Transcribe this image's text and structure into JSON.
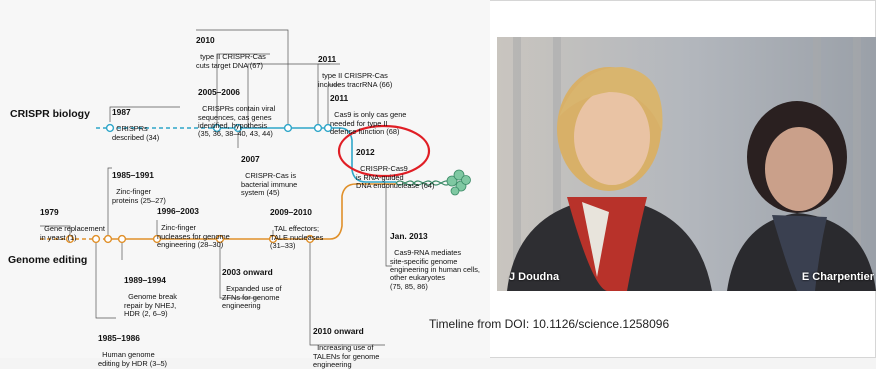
{
  "tracks": {
    "crispr": "CRISPR biology",
    "genome": "Genome editing"
  },
  "crispr_events": [
    {
      "year": "1987",
      "text": "CRISPRs\ndescribed (34)"
    },
    {
      "year": "2010",
      "text": "type II CRISPR-Cas\ncuts target DNA (67)"
    },
    {
      "year": "2005–2006",
      "text": "CRISPRs contain viral\nsequences, cas genes\nidentified, hypothesis\n(35, 36, 38–40, 43, 44)"
    },
    {
      "year": "2007",
      "text": "CRISPR-Cas is\nbacterial immune\nsystem (45)"
    },
    {
      "year": "2011",
      "text": "type II CRISPR-Cas\nincludes tracrRNA (66)"
    },
    {
      "year": "2011",
      "text": "Cas9 is only cas gene\nneeded for type II\ndefense function (68)"
    },
    {
      "year": "2012",
      "text": "CRISPR-Cas9\nis RNA-guided\nDNA endonuclease (64)"
    }
  ],
  "genome_events": [
    {
      "year": "1979",
      "text": "Gene replacement\nin yeast (1)"
    },
    {
      "year": "1985–1991",
      "text": "Zinc-finger\nproteins (25–27)"
    },
    {
      "year": "1996–2003",
      "text": "Zinc-finger\nnucleases for genome\nengineering (28–30)"
    },
    {
      "year": "2009–2010",
      "text": "TAL effectors;\nTALE nucleases\n(31–33)"
    },
    {
      "year": "1989–1994",
      "text": "Genome break\nrepair by NHEJ,\nHDR (2, 6–9)"
    },
    {
      "year": "2003 onward",
      "text": "Expanded use of\nZFNs for genome\nengineering"
    },
    {
      "year": "1985–1986",
      "text": "Human genome\nediting by HDR (3–5)"
    },
    {
      "year": "2010 onward",
      "text": "Increasing use of\nTALENs for genome\nengineering"
    },
    {
      "year": "Jan. 2013",
      "text": "Cas9-RNA mediates\nsite-specific genome\nengineering in human cells,\nother eukaryotes\n(75, 85, 86)"
    }
  ],
  "photo": {
    "left_name": "J Doudna",
    "right_name": "E Charpentier"
  },
  "caption": "Timeline from DOI: 10.1126/science.1258096",
  "colors": {
    "crispr_line": "#2fa6c9",
    "genome_line": "#e0902a",
    "highlight": "#e01e25",
    "dna": "#7fc8a2"
  }
}
